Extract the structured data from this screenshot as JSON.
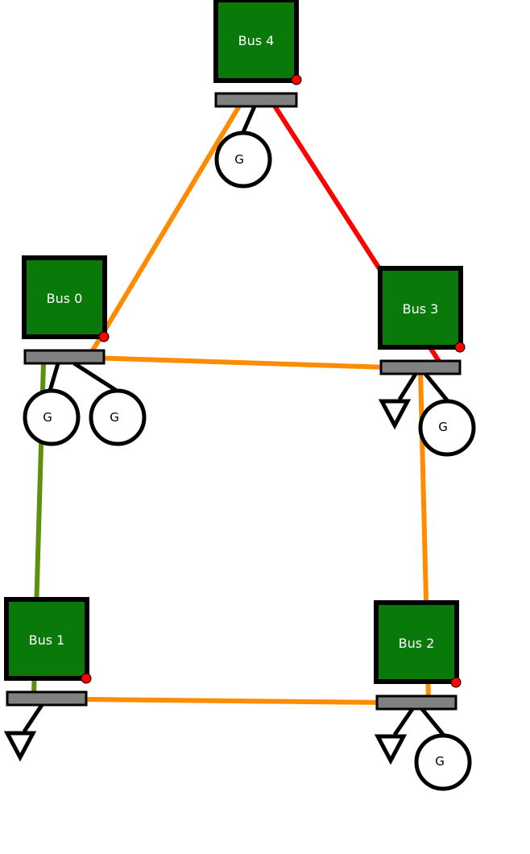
{
  "colors": {
    "bus_fill": "#097a09",
    "bus_stroke": "#000000",
    "bar_fill": "#808080",
    "marker": "#ff0000",
    "line_orange": "#ff8c00",
    "line_red": "#ff0000",
    "line_green": "#5f8f0f"
  },
  "buses": [
    {
      "id": "bus-4",
      "label": "Bus 4",
      "generators": [
        "G"
      ],
      "loads": 0
    },
    {
      "id": "bus-0",
      "label": "Bus 0",
      "generators": [
        "G",
        "G"
      ],
      "loads": 0
    },
    {
      "id": "bus-3",
      "label": "Bus 3",
      "generators": [
        "G"
      ],
      "loads": 1
    },
    {
      "id": "bus-1",
      "label": "Bus 1",
      "generators": [],
      "loads": 1
    },
    {
      "id": "bus-2",
      "label": "Bus 2",
      "generators": [
        "G"
      ],
      "loads": 1
    }
  ],
  "lines": [
    {
      "from": "Bus 0",
      "to": "Bus 4",
      "color": "orange"
    },
    {
      "from": "Bus 4",
      "to": "Bus 3",
      "color": "red"
    },
    {
      "from": "Bus 0",
      "to": "Bus 3",
      "color": "orange"
    },
    {
      "from": "Bus 0",
      "to": "Bus 1",
      "color": "green"
    },
    {
      "from": "Bus 3",
      "to": "Bus 2",
      "color": "orange"
    },
    {
      "from": "Bus 1",
      "to": "Bus 2",
      "color": "orange"
    }
  ]
}
